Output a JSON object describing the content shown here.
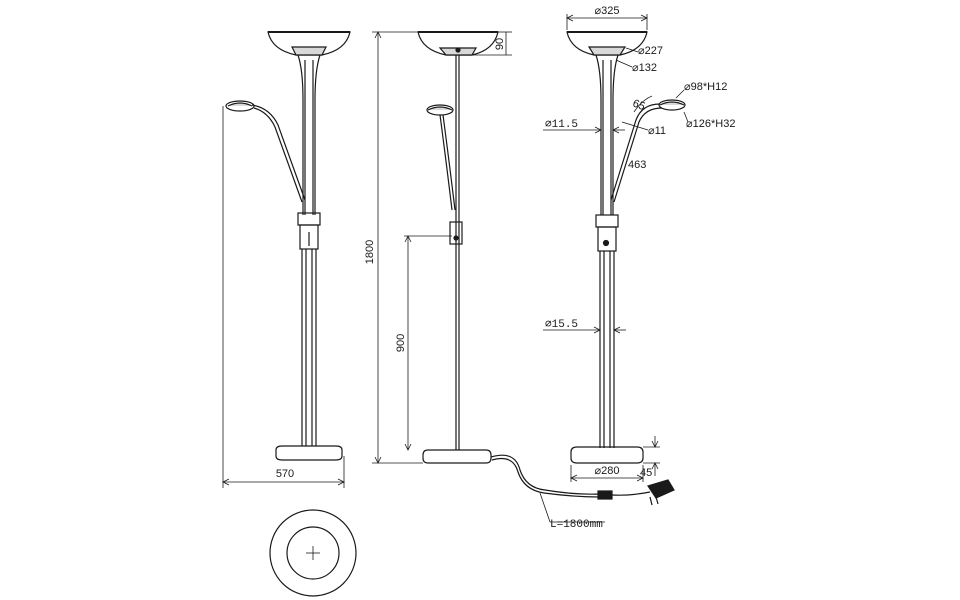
{
  "dimensions": {
    "base_width": "570",
    "total_height": "1800",
    "switch_height": "900",
    "shade_depth": "90",
    "shade_diameter": "⌀325",
    "shade_inner_diameter": "⌀227",
    "shade_neck_diameter": "⌀132",
    "reading_head": "⌀98*H12",
    "reading_head_outer": "⌀126*H32",
    "reading_arm_length": "463",
    "reading_arm_angle": "65",
    "arm_tube": "⌀11",
    "upper_tube": "⌀11.5",
    "lower_tube": "⌀15.5",
    "base_diameter": "⌀280",
    "base_height": "45",
    "cable_length": "L=1800mm"
  }
}
